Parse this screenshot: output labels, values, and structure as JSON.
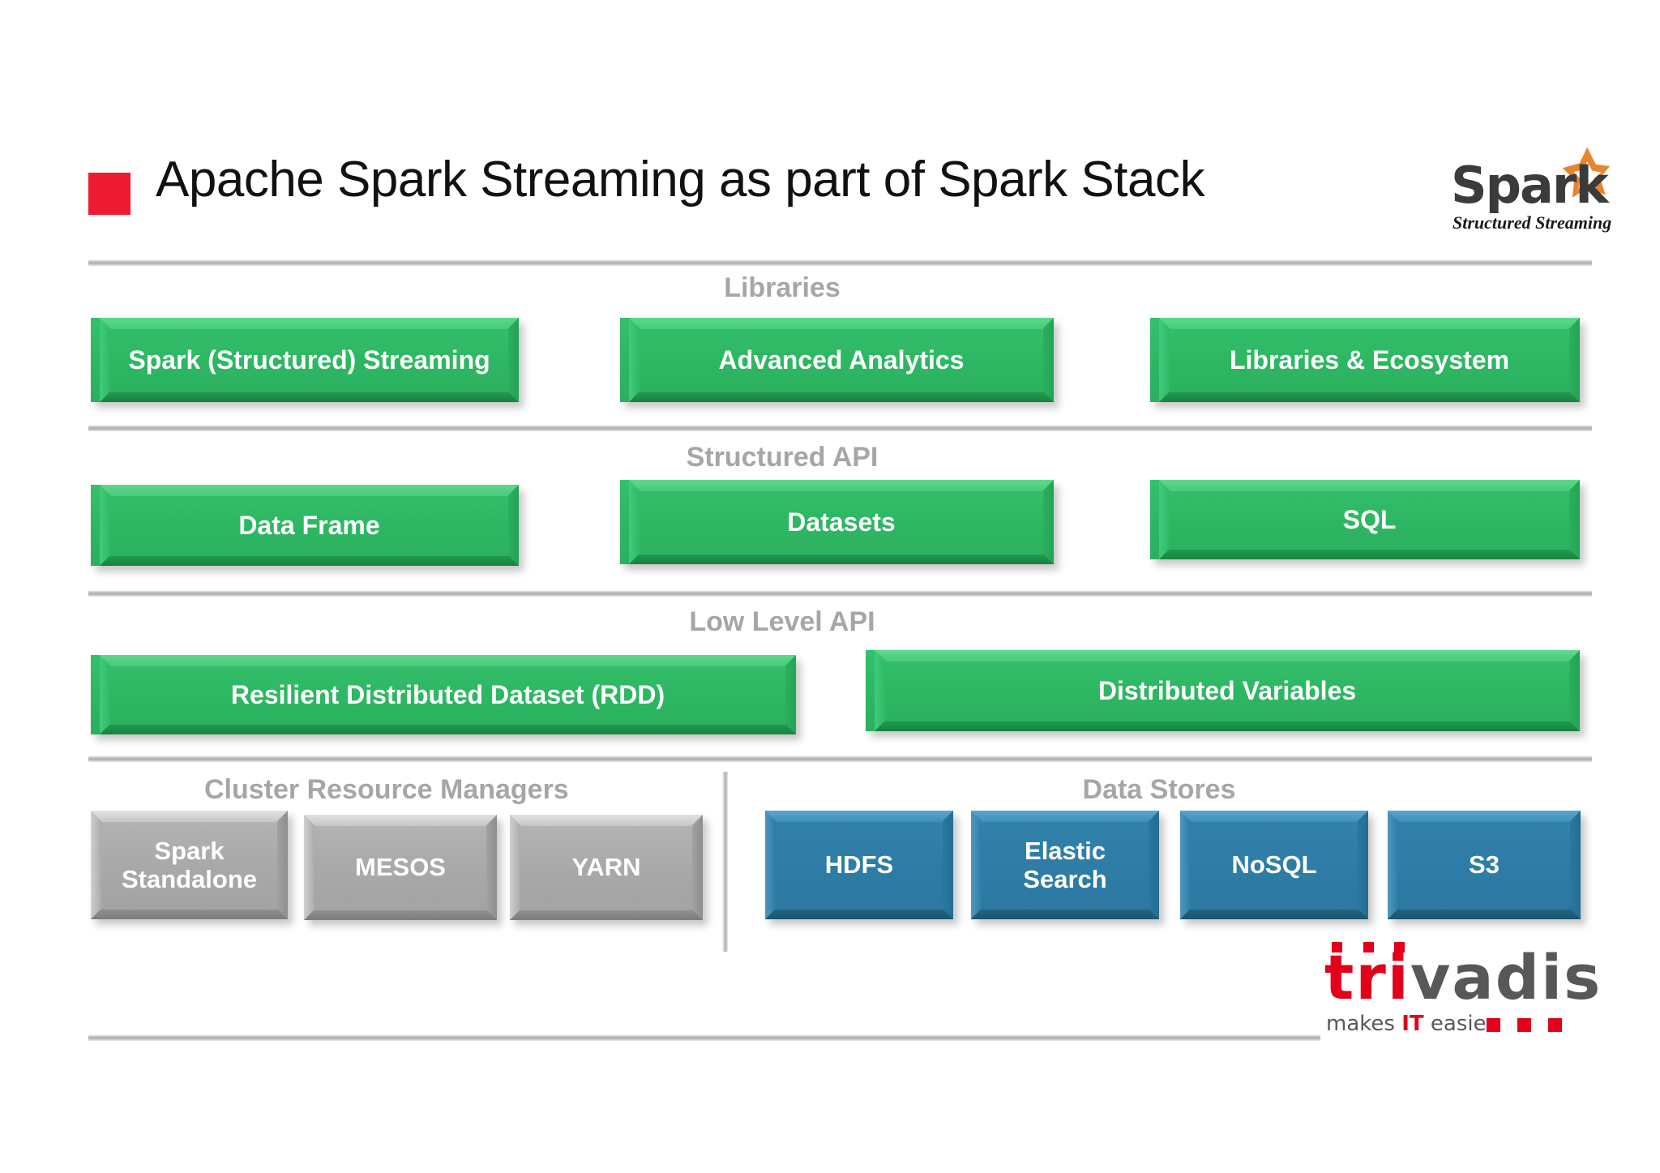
{
  "slide": {
    "title": "Apache Spark Streaming as part of Spark Stack",
    "bullet_color": "#ED1C33",
    "background": "#FFFFFF"
  },
  "brand_logo": {
    "name": "spark-logo",
    "wordmark": "Spark",
    "subtitle": "Structured Streaming",
    "star_color": "#E8842B",
    "word_color": "#3B3B3B"
  },
  "footer_logo": {
    "name": "trivadis-logo",
    "word_part_red": "tri",
    "word_part_gray": "vadis",
    "tagline_prefix": "makes ",
    "tagline_accent": "IT",
    "tagline_suffix": " easier.",
    "red": "#E2001A",
    "gray": "#58585A"
  },
  "sections": [
    {
      "id": "libraries",
      "label": "Libraries"
    },
    {
      "id": "structured",
      "label": "Structured API"
    },
    {
      "id": "lowlevel",
      "label": "Low Level API"
    },
    {
      "id": "cluster",
      "label": "Cluster Resource Managers"
    },
    {
      "id": "datastores",
      "label": "Data Stores"
    }
  ],
  "colors": {
    "green": "#2EB863",
    "gray": "#A9A9A9",
    "blue": "#2E7DA6",
    "section_label": "#A6A6A6",
    "rule": "#B4B4B4"
  },
  "boxes": {
    "libraries": [
      {
        "label": "Spark (Structured) Streaming",
        "color": "green"
      },
      {
        "label": "Advanced Analytics",
        "color": "green"
      },
      {
        "label": "Libraries & Ecosystem",
        "color": "green"
      }
    ],
    "structured_api": [
      {
        "label": "Data Frame",
        "color": "green"
      },
      {
        "label": "Datasets",
        "color": "green"
      },
      {
        "label": "SQL",
        "color": "green"
      }
    ],
    "low_level_api": [
      {
        "label": "Resilient Distributed Dataset (RDD)",
        "color": "green"
      },
      {
        "label": "Distributed Variables",
        "color": "green"
      }
    ],
    "cluster_resource_managers": [
      {
        "label": "Spark\nStandalone",
        "color": "gray"
      },
      {
        "label": "MESOS",
        "color": "gray"
      },
      {
        "label": "YARN",
        "color": "gray"
      }
    ],
    "data_stores": [
      {
        "label": "HDFS",
        "color": "blue"
      },
      {
        "label": "Elastic\nSearch",
        "color": "blue"
      },
      {
        "label": "NoSQL",
        "color": "blue"
      },
      {
        "label": "S3",
        "color": "blue"
      }
    ]
  }
}
